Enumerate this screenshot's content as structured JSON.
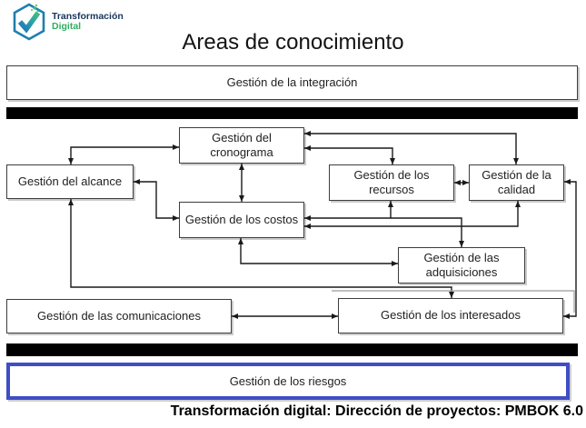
{
  "logo": {
    "title": "Transformación",
    "subtitle": "Digital"
  },
  "slide": {
    "title": "Areas de conocimiento",
    "footer": "Transformación digital: Dirección de proyectos: PMBOK 6.0"
  },
  "boxes": {
    "integracion": "Gestión de la integración",
    "cronograma": "Gestión del cronograma",
    "alcance": "Gestión del alcance",
    "recursos": "Gestión de los recursos",
    "calidad": "Gestión de la calidad",
    "costos": "Gestión de los costos",
    "adquisiciones": "Gestión de las adquisiciones",
    "comunicaciones": "Gestión de las comunicaciones",
    "interesados": "Gestión de los interesados",
    "riesgos": "Gestión de los riesgos"
  },
  "colors": {
    "riesgos_border": "#3f4ec4",
    "divider_bar": "#000000",
    "box_border": "#3d3d3d",
    "logo_navy": "#17355c",
    "logo_green": "#2eae5e",
    "logo_teal": "#1e7fae"
  },
  "connections": [
    {
      "from": "alcance",
      "to": "cronograma",
      "bidirectional": true
    },
    {
      "from": "cronograma",
      "to": "costos",
      "bidirectional": true
    },
    {
      "from": "alcance",
      "to": "costos",
      "bidirectional": true
    },
    {
      "from": "cronograma",
      "to": "recursos",
      "bidirectional": true
    },
    {
      "from": "cronograma",
      "to": "calidad",
      "bidirectional": true
    },
    {
      "from": "recursos",
      "to": "calidad",
      "bidirectional": true
    },
    {
      "from": "costos",
      "to": "recursos",
      "bidirectional": true
    },
    {
      "from": "costos",
      "to": "calidad",
      "bidirectional": true
    },
    {
      "from": "costos",
      "to": "adquisiciones",
      "bidirectional": true
    },
    {
      "from": "recursos-costos line",
      "to": "adquisiciones",
      "bidirectional": false
    },
    {
      "from": "alcance",
      "to": "interesados",
      "bidirectional": false
    },
    {
      "from": "calidad",
      "to": "interesados",
      "bidirectional": true
    },
    {
      "from": "comunicaciones",
      "to": "interesados",
      "bidirectional": true
    }
  ]
}
